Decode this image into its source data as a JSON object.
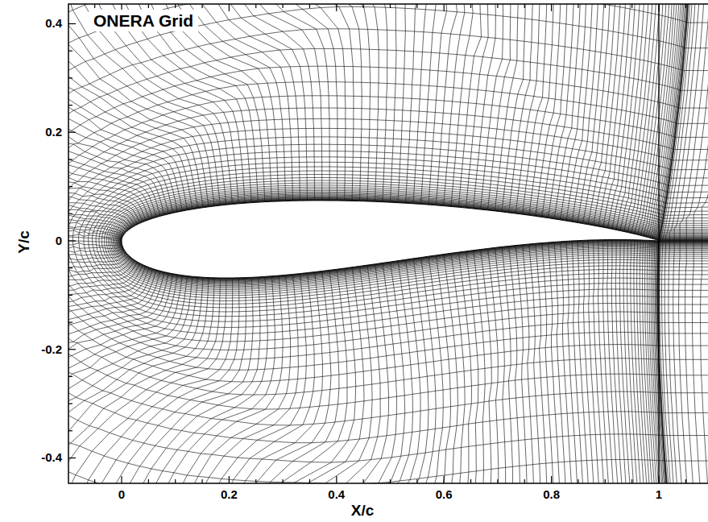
{
  "diagram": {
    "labels": [
      "ONERA Grid",
      "0.4",
      "0.2",
      "0",
      "-0.2",
      "-0.4",
      "Y/c",
      "0",
      "0.2",
      "0.4",
      "0.6",
      "0.8",
      "1",
      "X/c"
    ]
  }
}
